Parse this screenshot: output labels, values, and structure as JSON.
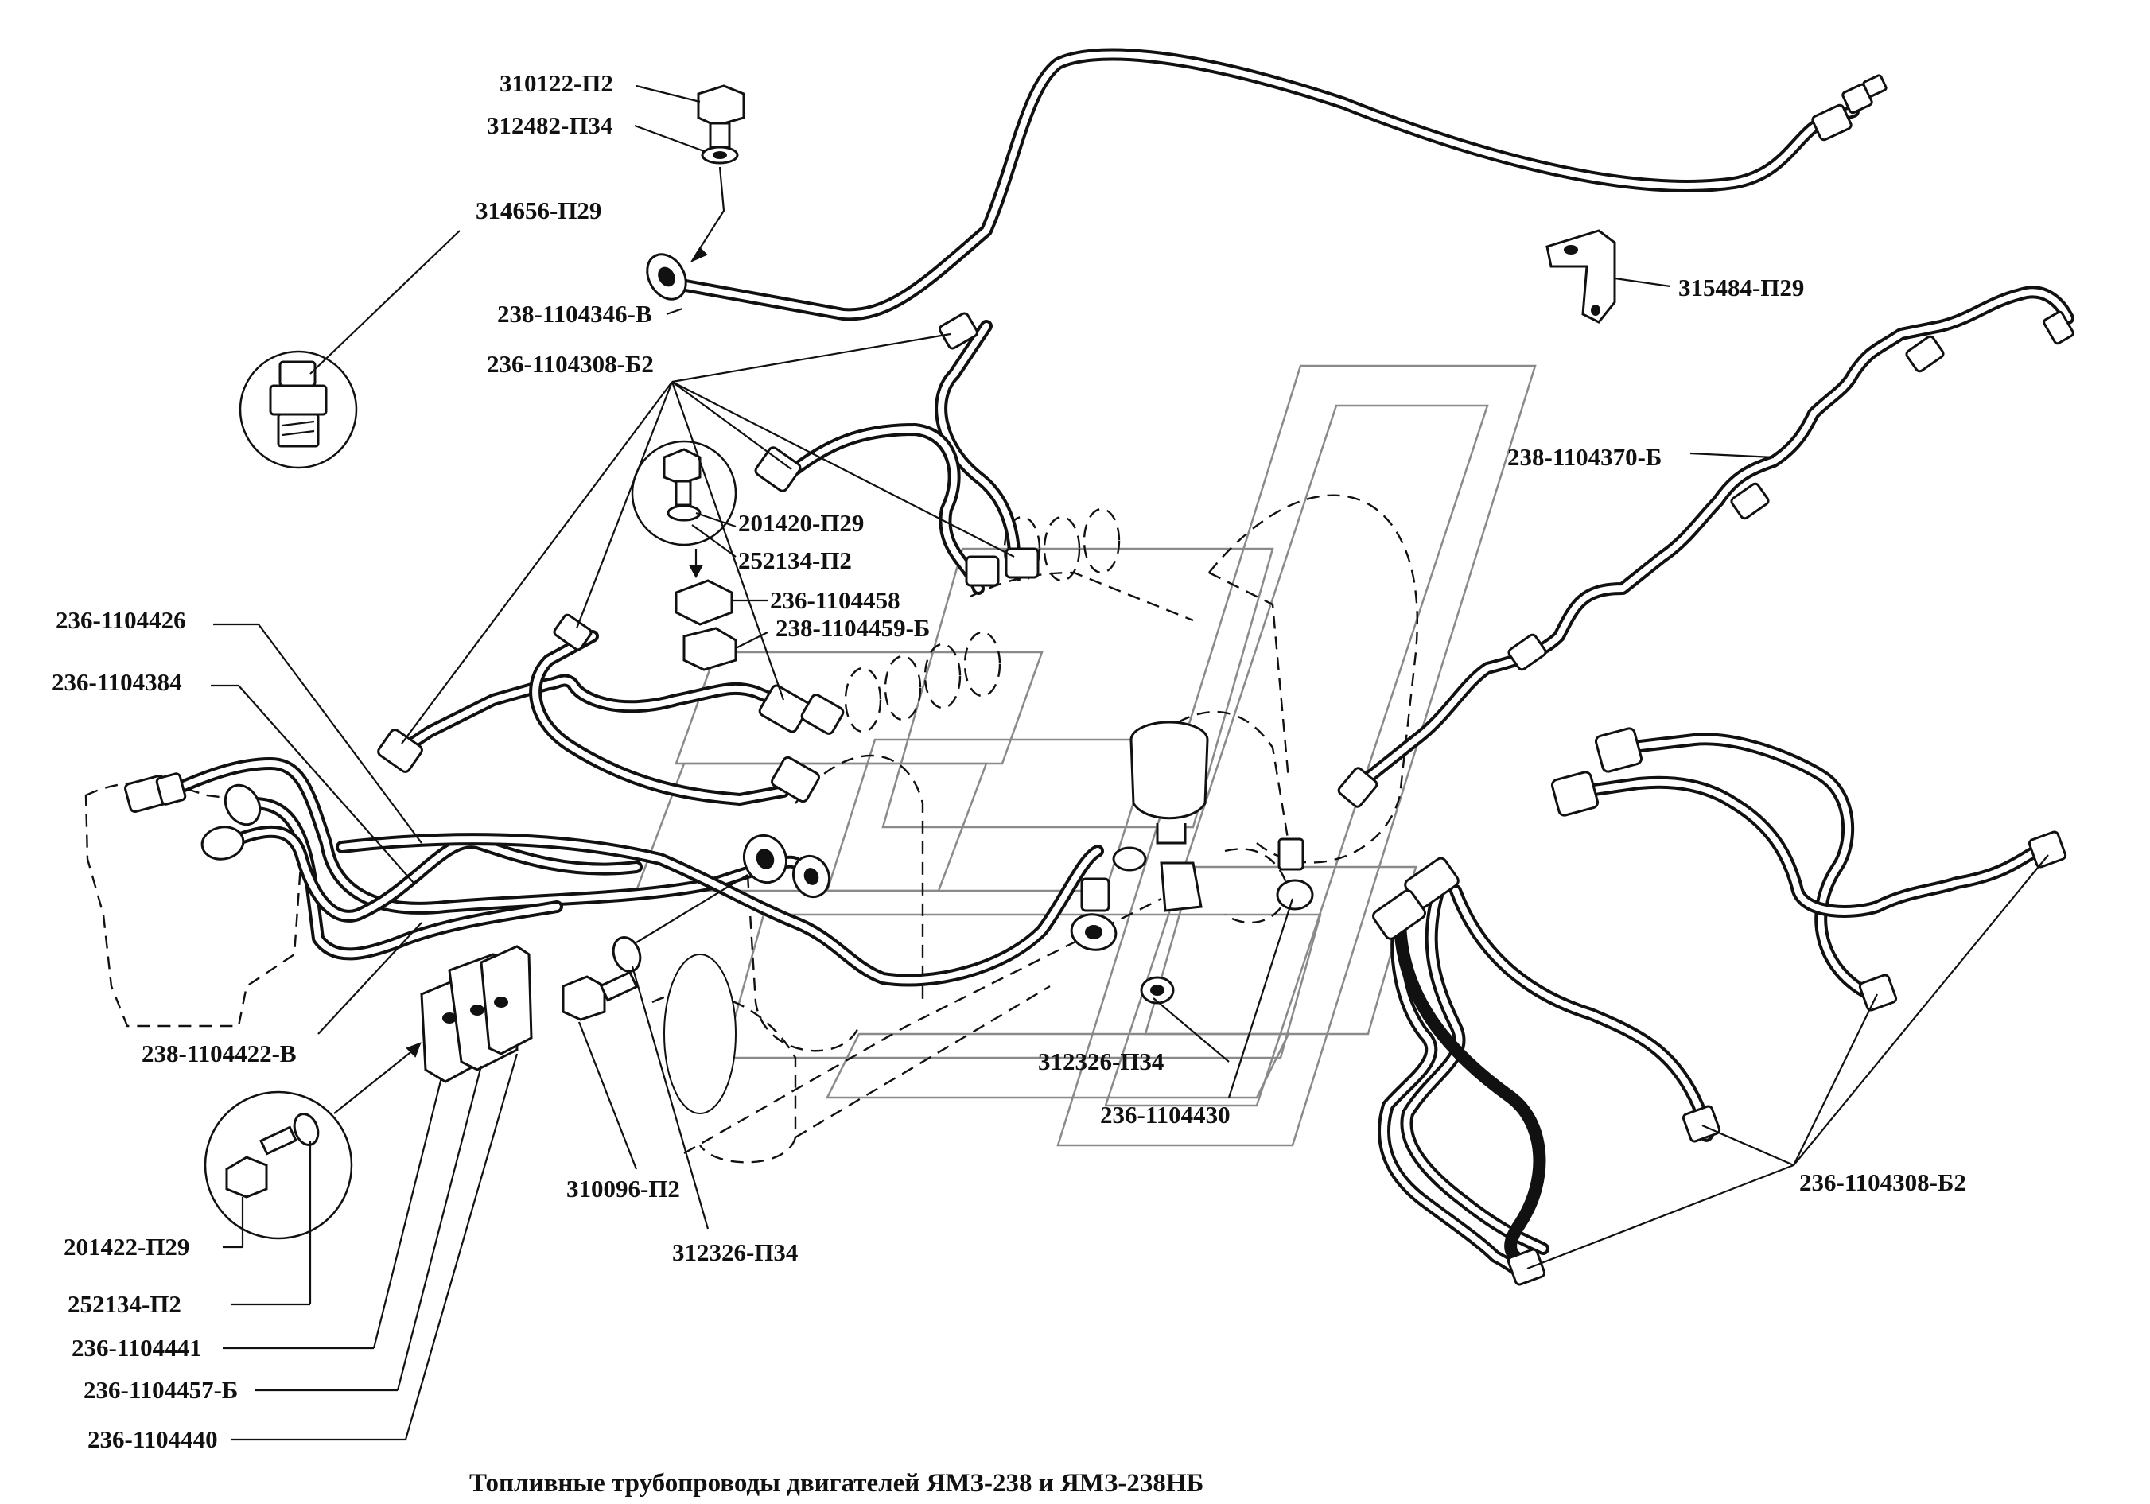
{
  "labels": {
    "l310122": "310122-П2",
    "l312482": "312482-П34",
    "l314656": "314656-П29",
    "l238_1104346": "238-1104346-В",
    "l315484": "315484-П29",
    "l236_1104308_top": "236-1104308-Б2",
    "l238_1104370": "238-1104370-Б",
    "l201420": "201420-П29",
    "l252134_top": "252134-П2",
    "l236_1104458": "236-1104458",
    "l238_1104459": "238-1104459-Б",
    "l236_1104426": "236-1104426",
    "l236_1104384": "236-1104384",
    "l238_1104422": "238-1104422-В",
    "l312326_mid": "312326-П34",
    "l236_1104430": "236-1104430",
    "l236_1104308_right": "236-1104308-Б2",
    "l310096": "310096-П2",
    "l312326_bottom": "312326-П34",
    "l201422": "201422-П29",
    "l252134_bottom": "252134-П2",
    "l236_1104441": "236-1104441",
    "l236_1104457": "236-1104457-Б",
    "l236_1104440": "236-1104440"
  },
  "caption": "Топливные трубопроводы двигателей ЯМЗ-238 и ЯМЗ-238НБ",
  "colors": {
    "ink": "#111111",
    "paper": "#ffffff",
    "watermark": "#8a8a8a"
  }
}
